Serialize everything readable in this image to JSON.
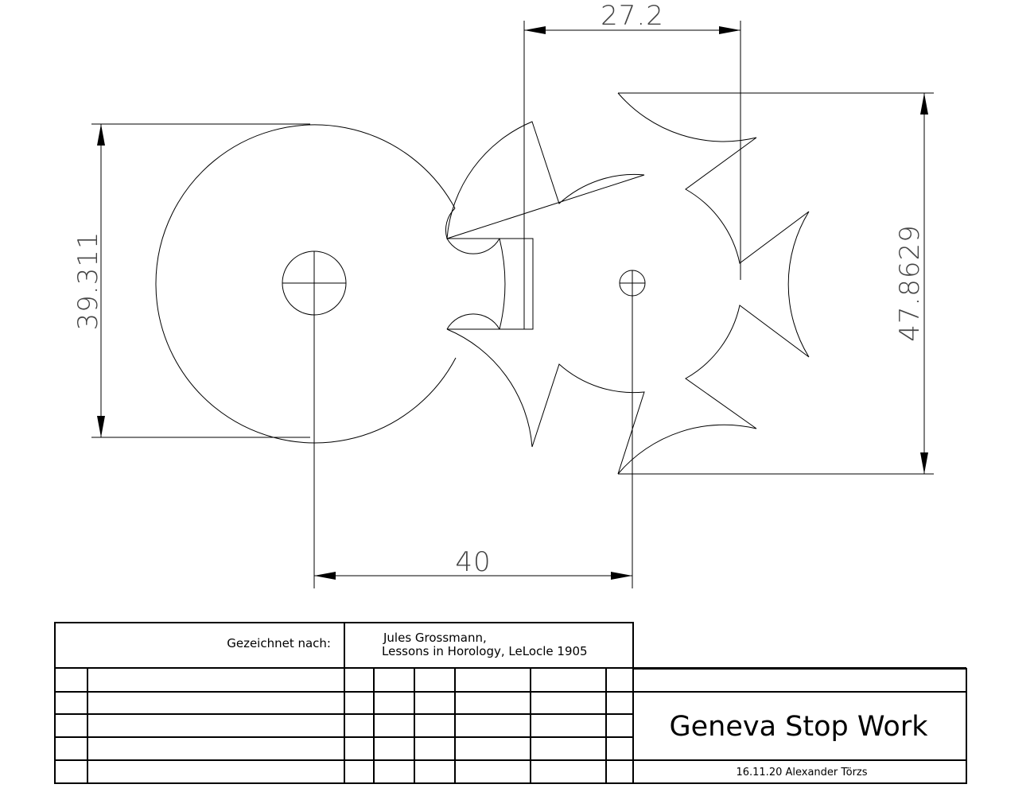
{
  "dimensions": {
    "top_width": "27.2",
    "left_diameter": "39.311",
    "right_height": "47.8629",
    "center_distance": "40"
  },
  "title_block": {
    "drawn_after_label": "Gezeichnet nach:",
    "source_line1": "Jules Grossmann,",
    "source_line2": "Lessons in Horology, LeLocle 1905",
    "title": "Geneva Stop Work",
    "date_author": "16.11.20 Alexander Törzs"
  }
}
